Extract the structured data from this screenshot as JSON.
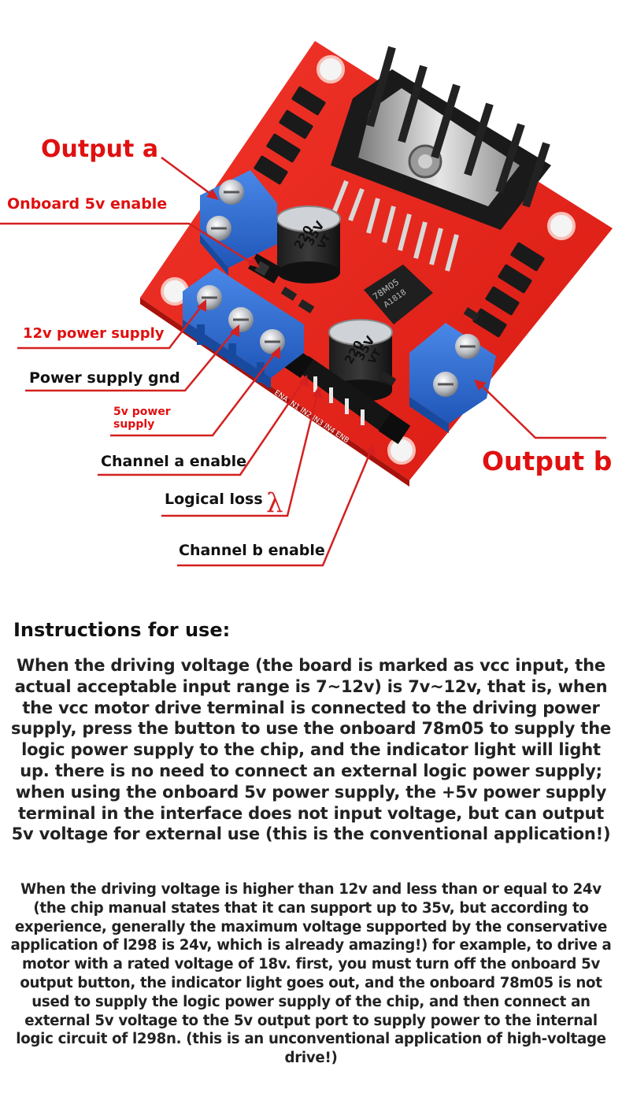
{
  "labels": {
    "output_a": "Output a",
    "onboard_5v_enable": "Onboard 5v enable",
    "power_12v": "12v power supply",
    "power_gnd": "Power supply gnd",
    "power_5v_line1": "5v power",
    "power_5v_line2": "supply",
    "channel_a_enable": "Channel a enable",
    "logical_loss": "Logical loss",
    "channel_b_enable": "Channel b enable",
    "output_b": "Output b"
  },
  "board_markings": {
    "cap1_value": "220",
    "cap1_voltage": "35V",
    "cap1_series": "VT",
    "cap2_value": "220",
    "cap2_voltage": "35V",
    "cap2_series": "VT",
    "regulator_text": "78M05",
    "regulator_code": "A1818",
    "header_text": "ENA IN1 IN2 IN3 IN4 ENB"
  },
  "colors": {
    "label_red": "#e01010",
    "label_dark": "#111111",
    "pcb": "#e8231a",
    "terminal": "#2f6fd0"
  },
  "instructions": {
    "title": "Instructions for use:",
    "paragraph_1": "When the driving voltage (the board is marked as vcc input, the actual acceptable input range is 7~12v) is 7v~12v, that is, when the vcc motor drive terminal is connected to the driving power supply, press the button to use the onboard 78m05 to supply the logic power supply to the chip, and the indicator light will light up. there is no need to connect an external logic power supply; when using the onboard 5v power supply, the +5v power supply terminal in the interface does not input voltage, but can output 5v voltage for external use (this is the conventional application!)",
    "paragraph_2": "When the driving voltage is higher than 12v and less than or equal to 24v (the chip manual states that it can support up to 35v, but according to experience, generally the maximum voltage supported by the conservative application of l298 is 24v, which is already amazing!) for example, to drive a motor with a rated voltage of 18v. first, you must turn off the onboard 5v output button, the indicator light goes out, and the onboard 78m05 is not used to supply the logic power supply of the chip, and then connect an external 5v voltage to the 5v output port to supply power to the internal logic circuit of l298n. (this is an unconventional application of high-voltage drive!)"
  }
}
